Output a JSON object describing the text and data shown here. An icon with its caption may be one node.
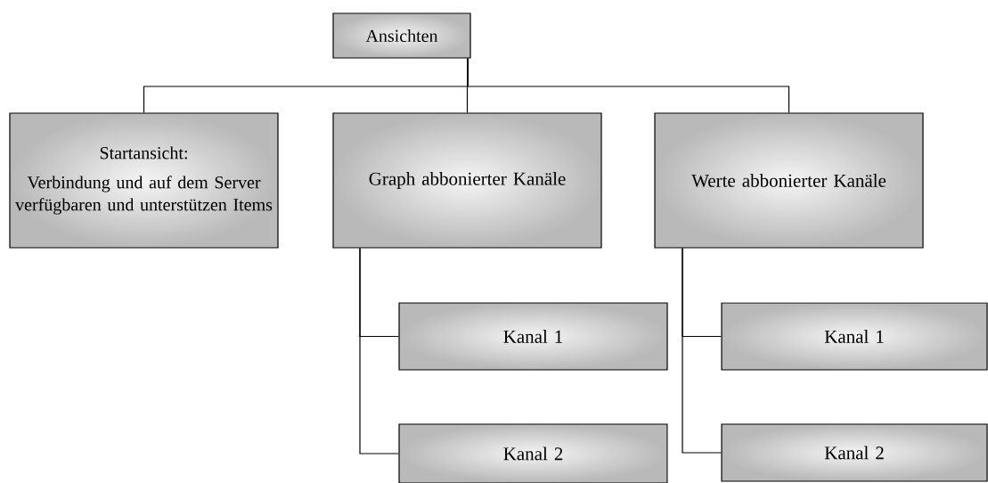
{
  "diagram": {
    "nodes": [
      {
        "text": [
          "Ansichten"
        ]
      },
      {
        "text": [
          "Startansicht:",
          "Verbindung und auf dem Server verfügbaren und unterstützen Items"
        ]
      },
      {
        "text": [
          "Graph abbonierter Kanäle"
        ]
      },
      {
        "text": [
          "Werte abbonierter Kanäle"
        ]
      },
      {
        "text": [
          "Kanal 1"
        ]
      },
      {
        "text": [
          "Kanal 2"
        ]
      },
      {
        "text": [
          "Kanal 1"
        ]
      },
      {
        "text": [
          "Kanal 2"
        ]
      }
    ],
    "edges": [
      {
        "from": 0,
        "to": 1,
        "arrow": "none"
      },
      {
        "from": 0,
        "to": 2,
        "arrow": "none"
      },
      {
        "from": 0,
        "to": 3,
        "arrow": "none"
      },
      {
        "from": 2,
        "to": 4,
        "arrow": "none"
      },
      {
        "from": 2,
        "to": 5,
        "arrow": "none"
      },
      {
        "from": 3,
        "to": 6,
        "arrow": "none"
      },
      {
        "from": 3,
        "to": 7,
        "arrow": "none"
      }
    ]
  }
}
